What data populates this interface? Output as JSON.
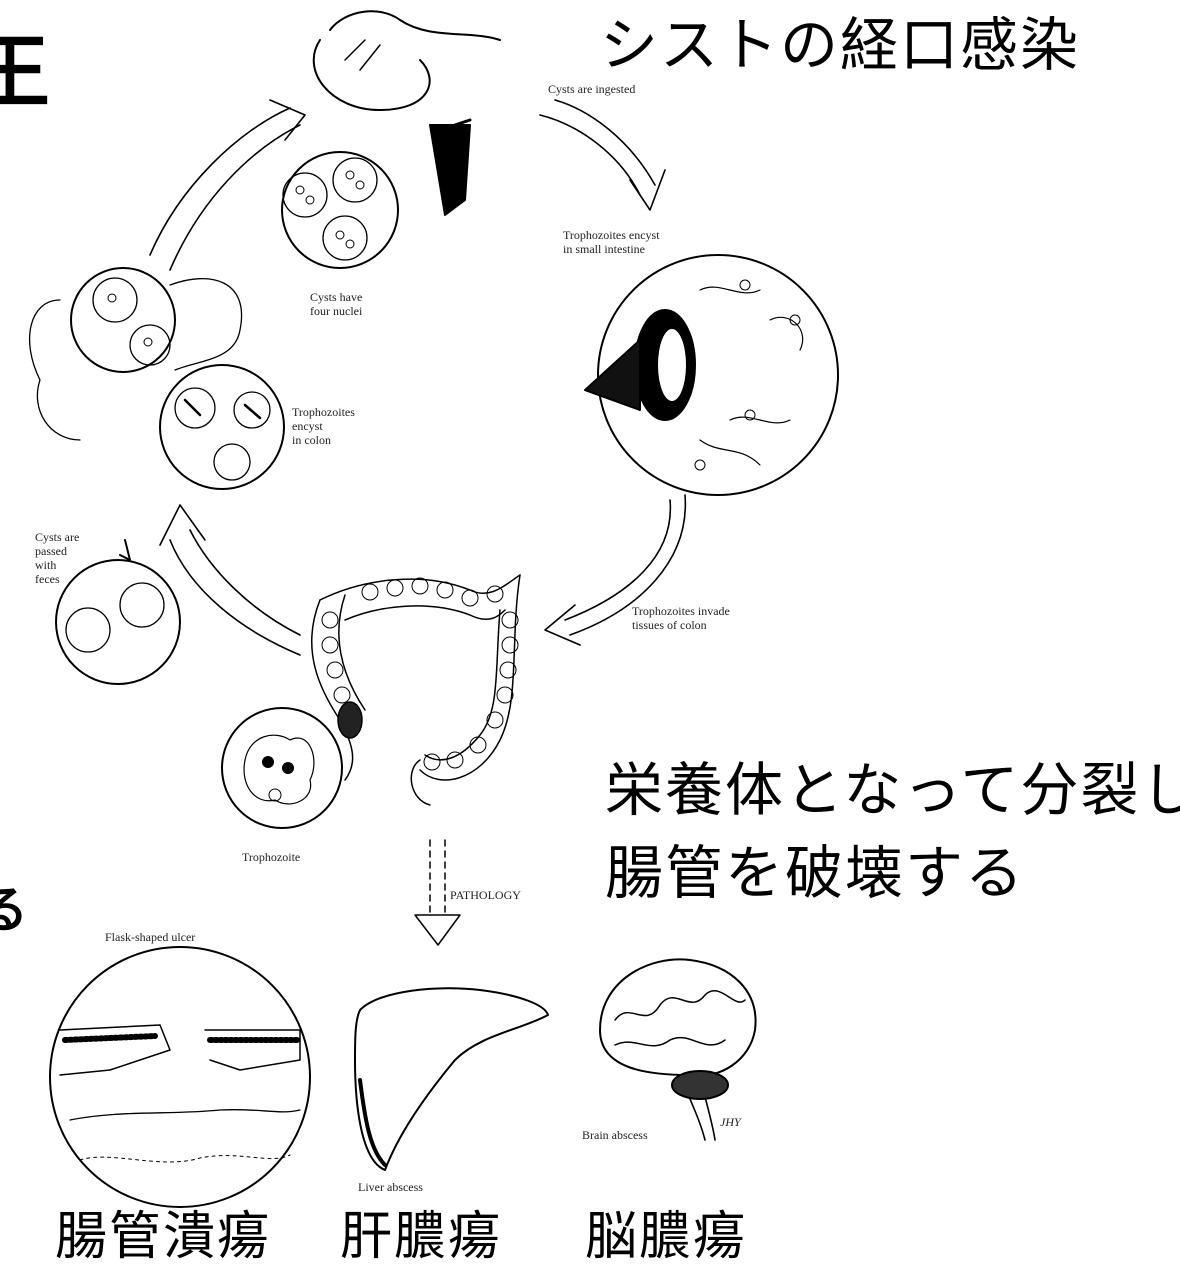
{
  "title_oral_infection": "シストの経口感染",
  "caption_divide": "栄養体となって分裂し",
  "caption_destroy": "腸管を破壊する",
  "disease_labels": [
    "腸管潰瘍",
    "肝膿瘍",
    "脳膿瘍"
  ],
  "edge_glyph_top": "王",
  "edge_glyph_bottom": "る",
  "diagram_labels": {
    "cysts_ingested": "Cysts are ingested",
    "troph_encyst_small": "Trophozoites encyst\nin small intestine",
    "cysts_four_nuclei": "Cysts have\nfour nuclei",
    "troph_encyst_colon": "Trophozoites\nencyst\nin colon",
    "cysts_passed": "Cysts are\npassed\nwith\nfeces",
    "troph_invade": "Trophozoites invade\ntissues of colon",
    "trophozoite": "Trophozoite",
    "pathology": "PATHOLOGY",
    "flask_ulcer": "Flask-shaped ulcer",
    "liver_abscess": "Liver abscess",
    "brain_abscess": "Brain abscess",
    "signature": "JHY"
  }
}
